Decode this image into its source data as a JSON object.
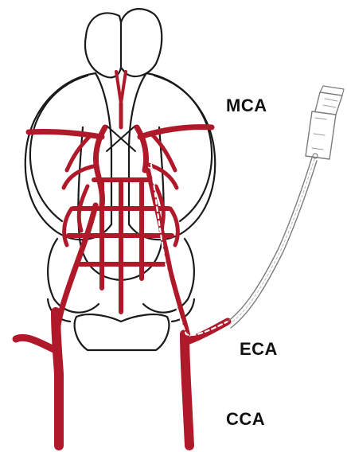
{
  "labels": {
    "mca": "MCA",
    "eca": "ECA",
    "cca": "CCA"
  },
  "colors": {
    "vessel": "#b0192a",
    "outline": "#1a1a1a",
    "filament": "#8a8a8a",
    "background": "#ffffff"
  }
}
